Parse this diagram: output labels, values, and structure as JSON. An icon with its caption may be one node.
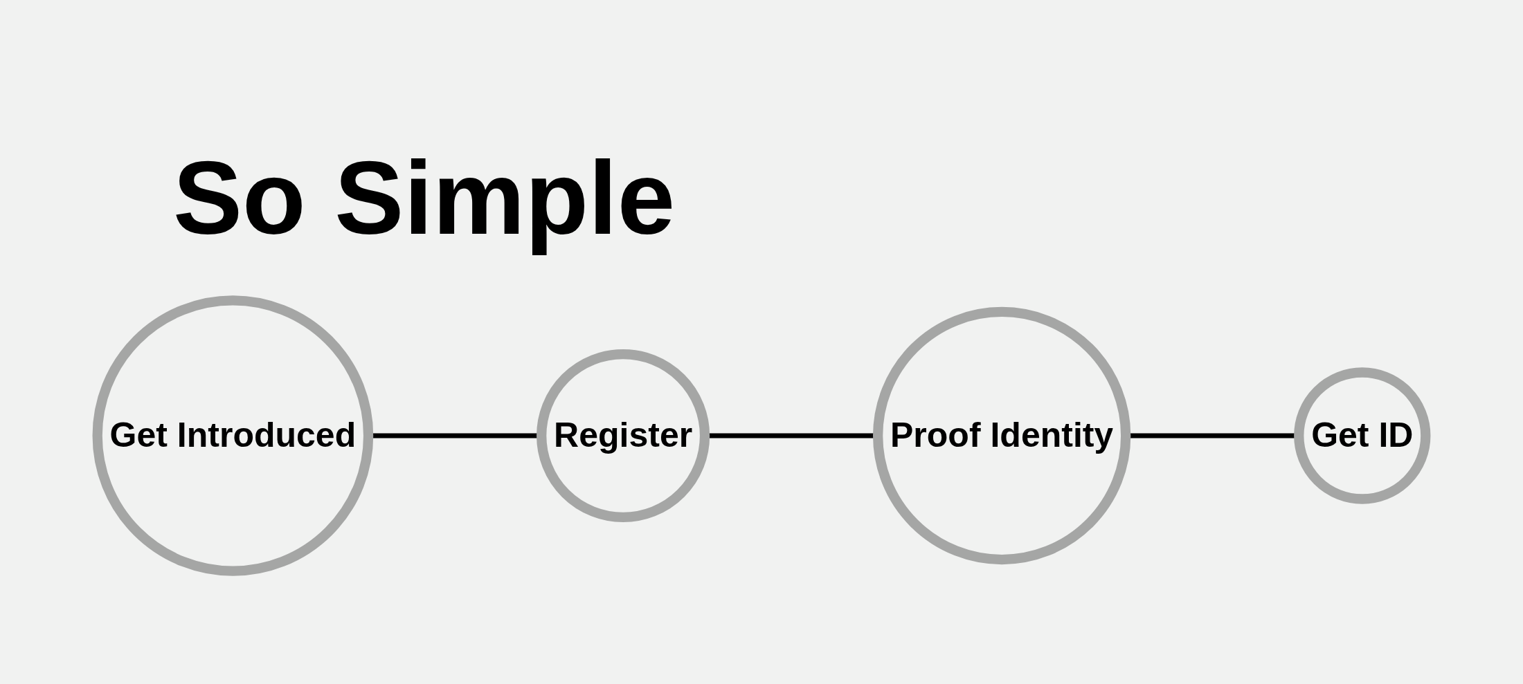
{
  "diagram": {
    "title": "So Simple",
    "nodes": [
      {
        "text": [
          "Get Introduced"
        ]
      },
      {
        "text": [
          "Register"
        ]
      },
      {
        "text": [
          "Proof Identity"
        ]
      },
      {
        "text": [
          "Get ID"
        ]
      }
    ],
    "edges": [
      {
        "from": 0,
        "to": 1,
        "arrow": "none"
      },
      {
        "from": 1,
        "to": 2,
        "arrow": "none"
      },
      {
        "from": 2,
        "to": 3,
        "arrow": "none"
      }
    ]
  }
}
